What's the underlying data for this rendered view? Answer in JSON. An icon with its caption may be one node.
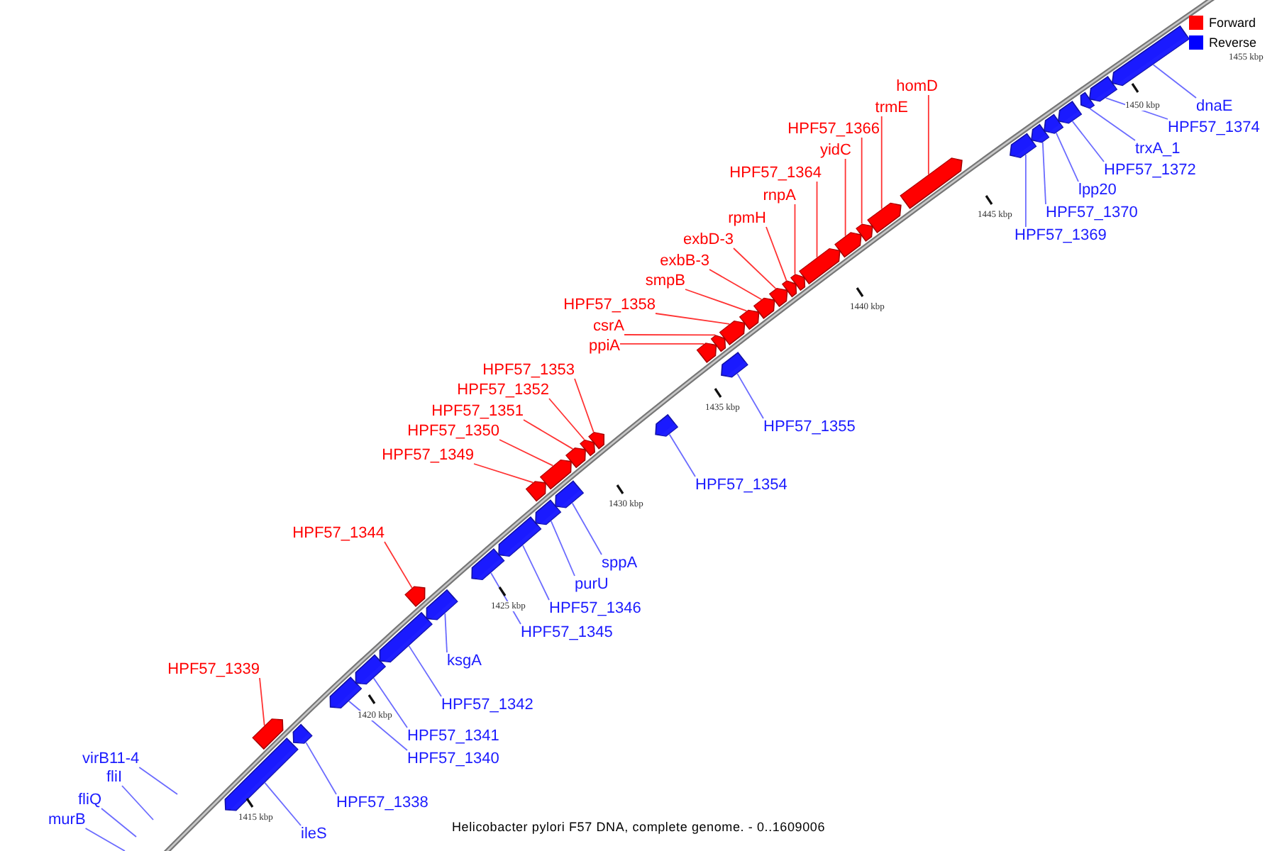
{
  "diagram": {
    "caption": "Helicobacter pylori F57 DNA, complete genome. - 0..1609006",
    "nodes": [
      {
        "text": [
          "murB"
        ]
      },
      {
        "text": [
          "fliQ"
        ]
      },
      {
        "text": [
          "fliI"
        ]
      },
      {
        "text": [
          "virB11-4"
        ]
      },
      {
        "text": [
          "ileS"
        ]
      },
      {
        "text": [
          "HPF57_1338"
        ]
      },
      {
        "text": [
          "HPF57_1339"
        ]
      },
      {
        "text": [
          "HPF57_1340"
        ]
      },
      {
        "text": [
          "HPF57_1341"
        ]
      },
      {
        "text": [
          "HPF57_1342"
        ]
      },
      {
        "text": [
          "ksgA"
        ]
      },
      {
        "text": [
          "HPF57_1344"
        ]
      },
      {
        "text": [
          "HPF57_1345"
        ]
      },
      {
        "text": [
          "HPF57_1346"
        ]
      },
      {
        "text": [
          "purU"
        ]
      },
      {
        "text": [
          "sppA"
        ]
      },
      {
        "text": [
          "HPF57_1349"
        ]
      },
      {
        "text": [
          "HPF57_1350"
        ]
      },
      {
        "text": [
          "HPF57_1351"
        ]
      },
      {
        "text": [
          "HPF57_1352"
        ]
      },
      {
        "text": [
          "HPF57_1353"
        ]
      },
      {
        "text": [
          "HPF57_1354"
        ]
      },
      {
        "text": [
          "HPF57_1355"
        ]
      },
      {
        "text": [
          "ppiA"
        ]
      },
      {
        "text": [
          "csrA"
        ]
      },
      {
        "text": [
          "HPF57_1358"
        ]
      },
      {
        "text": [
          "smpB"
        ]
      },
      {
        "text": [
          "exbB-3"
        ]
      },
      {
        "text": [
          "exbD-3"
        ]
      },
      {
        "text": [
          "rpmH"
        ]
      },
      {
        "text": [
          "rnpA"
        ]
      },
      {
        "text": [
          "HPF57_1364"
        ]
      },
      {
        "text": [
          "yidC"
        ]
      },
      {
        "text": [
          "HPF57_1366"
        ]
      },
      {
        "text": [
          "trmE"
        ]
      },
      {
        "text": [
          "homD"
        ]
      },
      {
        "text": [
          "HPF57_1369"
        ]
      },
      {
        "text": [
          "HPF57_1370"
        ]
      },
      {
        "text": [
          "lpp20"
        ]
      },
      {
        "text": [
          "HPF57_1372"
        ]
      },
      {
        "text": [
          "trxA_1"
        ]
      },
      {
        "text": [
          "HPF57_1374"
        ]
      },
      {
        "text": [
          "dnaE"
        ]
      },
      {
        "text": [],
        "shape": "pentagon"
      },
      {
        "text": [],
        "shape": "pentagon"
      },
      {
        "text": [],
        "shape": "pentagon"
      },
      {
        "text": [],
        "shape": "pentagon"
      },
      {
        "text": [],
        "shape": "pentagon"
      },
      {
        "text": [],
        "shape": "pentagon"
      },
      {
        "text": [],
        "shape": "pentagon"
      },
      {
        "text": [],
        "shape": "pentagon"
      },
      {
        "text": [],
        "shape": "pentagon"
      },
      {
        "text": [],
        "shape": "pentagon"
      },
      {
        "text": [],
        "shape": "pentagon"
      },
      {
        "text": [],
        "shape": "pentagon"
      },
      {
        "text": [],
        "shape": "pentagon"
      },
      {
        "text": [],
        "shape": "pentagon"
      },
      {
        "text": [],
        "shape": "pentagon"
      },
      {
        "text": [],
        "shape": "pentagon"
      },
      {
        "text": [],
        "shape": "pentagon"
      },
      {
        "text": [],
        "shape": "pentagon"
      },
      {
        "text": [],
        "shape": "pentagon"
      },
      {
        "text": [],
        "shape": "pentagon"
      },
      {
        "text": [],
        "shape": "pentagon"
      },
      {
        "text": [],
        "shape": "pentagon"
      },
      {
        "text": [],
        "shape": "pentagon"
      },
      {
        "text": [],
        "shape": "pentagon"
      },
      {
        "text": [],
        "shape": "pentagon"
      },
      {
        "text": [],
        "shape": "pentagon"
      },
      {
        "text": [],
        "shape": "pentagon"
      },
      {
        "text": [],
        "shape": "pentagon"
      },
      {
        "text": [],
        "shape": "pentagon"
      },
      {
        "text": [],
        "shape": "pentagon"
      },
      {
        "text": [],
        "shape": "pentagon"
      },
      {
        "text": [],
        "shape": "pentagon"
      },
      {
        "text": [],
        "shape": "pentagon"
      },
      {
        "text": [],
        "shape": "pentagon"
      },
      {
        "text": [],
        "shape": "pentagon"
      },
      {
        "text": [],
        "shape": "pentagon"
      },
      {
        "text": [],
        "shape": "pentagon"
      },
      {
        "text": [],
        "shape": "pentagon"
      },
      {
        "text": [],
        "shape": "pentagon"
      }
    ],
    "edges": [
      {
        "from": 0,
        "to": null,
        "arrow": "none"
      },
      {
        "from": 1,
        "to": null,
        "arrow": "none"
      },
      {
        "from": 2,
        "to": null,
        "arrow": "none"
      },
      {
        "from": 3,
        "to": null,
        "arrow": "none"
      },
      {
        "from": 4,
        "to": 43,
        "arrow": "none"
      },
      {
        "from": 5,
        "to": 44,
        "arrow": "none"
      },
      {
        "from": 6,
        "to": 45,
        "arrow": "none",
        "color": "#ff0000"
      },
      {
        "from": 7,
        "to": 46,
        "arrow": "none"
      },
      {
        "from": 8,
        "to": 47,
        "arrow": "none"
      },
      {
        "from": 9,
        "to": 48,
        "arrow": "none"
      },
      {
        "from": 10,
        "to": 49,
        "arrow": "none"
      },
      {
        "from": 11,
        "to": 50,
        "arrow": "none",
        "color": "#ff0000"
      },
      {
        "from": 12,
        "to": 51,
        "arrow": "none"
      },
      {
        "from": 13,
        "to": 52,
        "arrow": "none"
      },
      {
        "from": 14,
        "to": 53,
        "arrow": "none"
      },
      {
        "from": 15,
        "to": 54,
        "arrow": "none"
      },
      {
        "from": 16,
        "to": 55,
        "arrow": "none",
        "color": "#ff0000"
      },
      {
        "from": 17,
        "to": 56,
        "arrow": "none",
        "color": "#ff0000"
      },
      {
        "from": 18,
        "to": 57,
        "arrow": "none",
        "color": "#ff0000"
      },
      {
        "from": 19,
        "to": 58,
        "arrow": "none",
        "color": "#ff0000"
      },
      {
        "from": 20,
        "to": 59,
        "arrow": "none",
        "color": "#ff0000"
      },
      {
        "from": 21,
        "to": 60,
        "arrow": "none"
      },
      {
        "from": 22,
        "to": 61,
        "arrow": "none"
      },
      {
        "from": 23,
        "to": 62,
        "arrow": "none",
        "color": "#ff0000"
      },
      {
        "from": 24,
        "to": 63,
        "arrow": "none",
        "color": "#ff0000"
      },
      {
        "from": 25,
        "to": 64,
        "arrow": "none",
        "color": "#ff0000"
      },
      {
        "from": 26,
        "to": 65,
        "arrow": "none",
        "color": "#ff0000"
      },
      {
        "from": 27,
        "to": 66,
        "arrow": "none",
        "color": "#ff0000"
      },
      {
        "from": 28,
        "to": 67,
        "arrow": "none",
        "color": "#ff0000"
      },
      {
        "from": 29,
        "to": 68,
        "arrow": "none",
        "color": "#ff0000"
      },
      {
        "from": 30,
        "to": 69,
        "arrow": "none",
        "color": "#ff0000"
      },
      {
        "from": 31,
        "to": 70,
        "arrow": "none",
        "color": "#ff0000"
      },
      {
        "from": 32,
        "to": 71,
        "arrow": "none",
        "color": "#ff0000"
      },
      {
        "from": 33,
        "to": 72,
        "arrow": "none",
        "color": "#ff0000"
      },
      {
        "from": 34,
        "to": 73,
        "arrow": "none",
        "color": "#ff0000"
      },
      {
        "from": 35,
        "to": 74,
        "arrow": "none",
        "color": "#ff0000"
      },
      {
        "from": 36,
        "to": 75,
        "arrow": "none"
      },
      {
        "from": 37,
        "to": 76,
        "arrow": "none"
      },
      {
        "from": 38,
        "to": 77,
        "arrow": "none"
      },
      {
        "from": 39,
        "to": 78,
        "arrow": "none"
      },
      {
        "from": 40,
        "to": 79,
        "arrow": "none"
      },
      {
        "from": 41,
        "to": 80,
        "arrow": "none"
      },
      {
        "from": 42,
        "to": 81,
        "arrow": "none"
      }
    ],
    "labels": [
      "1415 kbp",
      "1420 kbp",
      "1425 kbp",
      "1430 kbp",
      "1435 kbp",
      "1440 kbp",
      "1445 kbp",
      "1450 kbp",
      "1455 kbp"
    ],
    "legend": [
      {
        "text": "Forward",
        "color": "#ff0000"
      },
      {
        "text": "Reverse",
        "color": "#0000ff"
      }
    ]
  }
}
